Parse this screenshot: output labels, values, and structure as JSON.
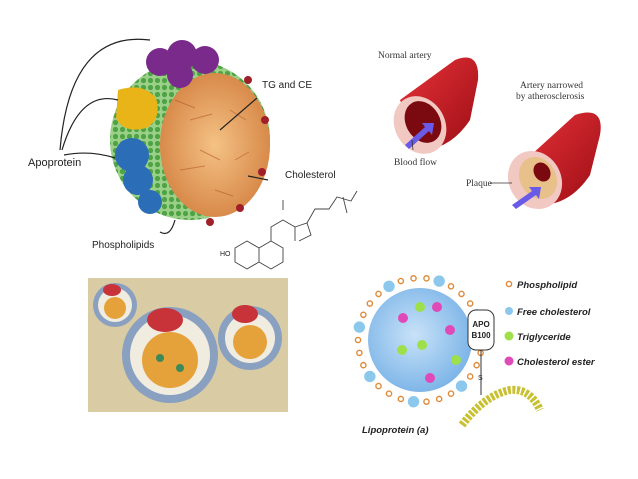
{
  "lipoprotein_structure": {
    "apoprotein": "Apoprotein",
    "tg_ce": "TG and CE",
    "cholesterol": "Cholesterol",
    "phospholipids": "Phospholipids",
    "ho": "HO"
  },
  "artery": {
    "normal": "Normal artery",
    "narrowed_line1": "Artery narrowed",
    "narrowed_line2": "by atherosclerosis",
    "blood_flow": "Blood flow",
    "plaque": "Plaque"
  },
  "lpa": {
    "apo_line1": "APO",
    "apo_line2": "B100",
    "bond": "S",
    "caption": "Lipoprotein (a)",
    "legend": [
      "Phospholipid",
      "Free cholesterol",
      "Triglyceride",
      "Cholesterol ester"
    ]
  },
  "colors": {
    "core": "#e8a460",
    "shell": "#7fc06a",
    "artery": "#c8161d",
    "lpa_core": "#9ac8ee",
    "background_panel": "#d9cba4"
  }
}
